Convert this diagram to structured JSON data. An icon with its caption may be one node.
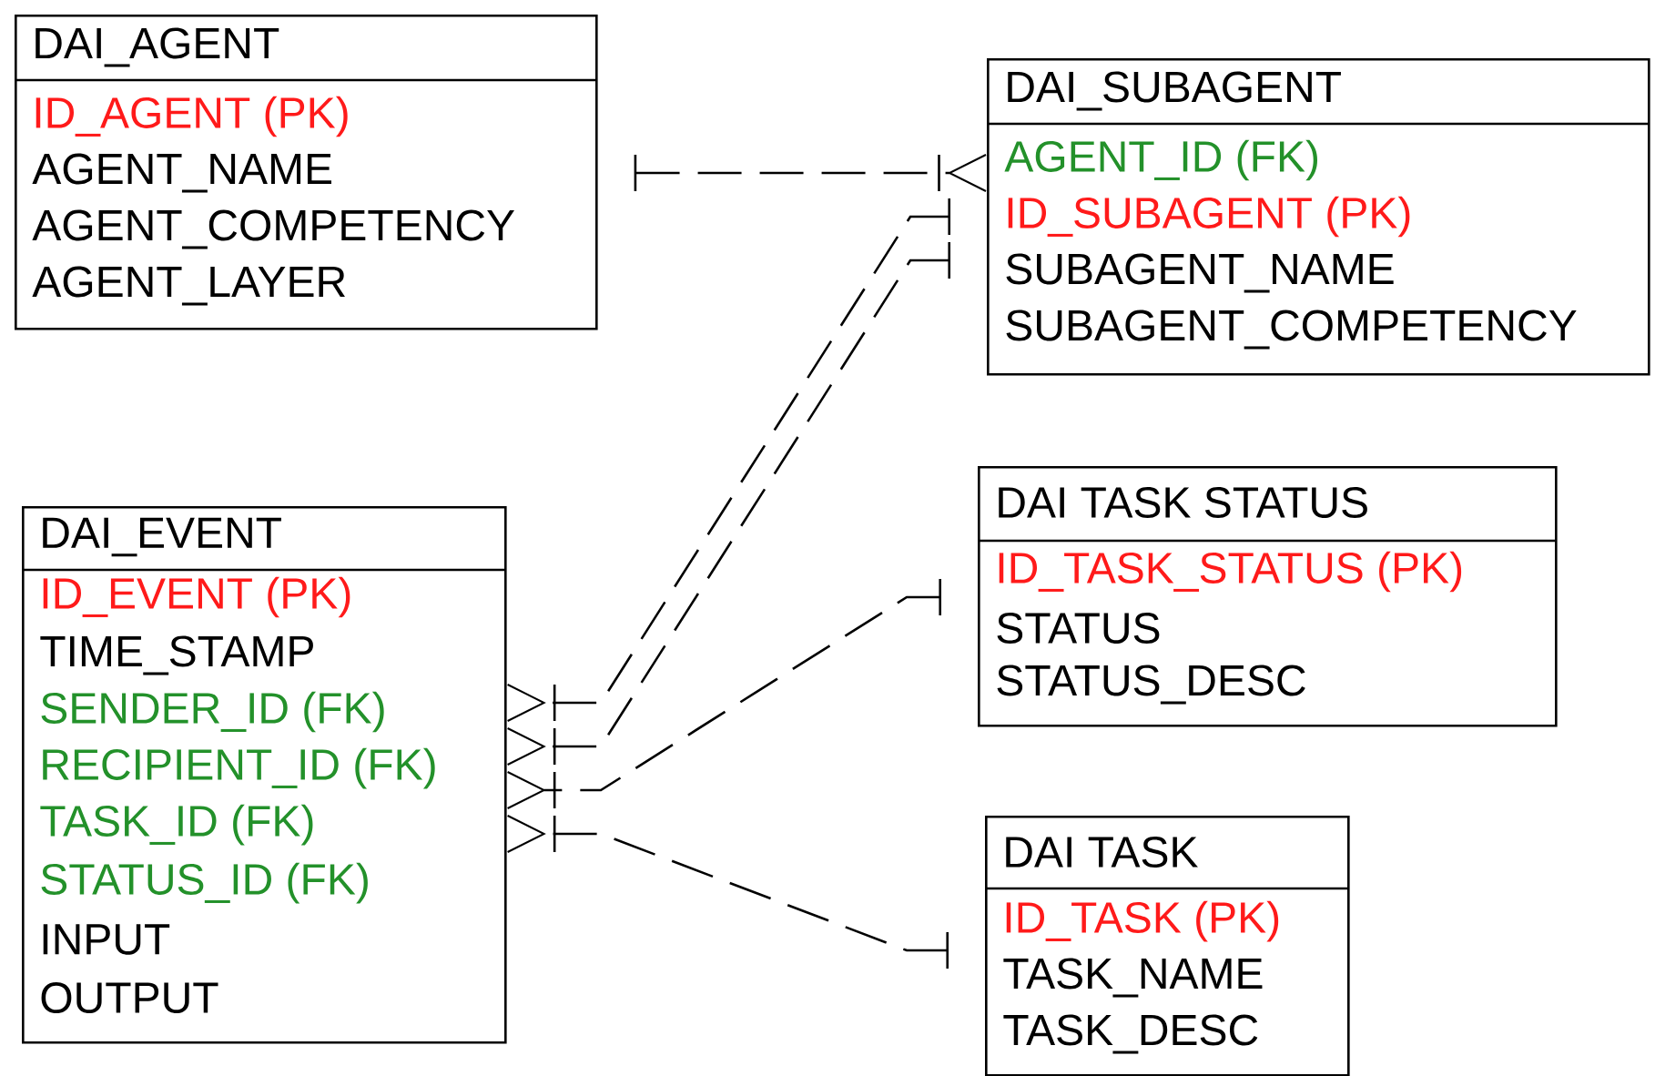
{
  "diagram": {
    "nodes": [
      {
        "text": [
          "DAI_AGENT",
          "ID_AGENT (PK)",
          "AGENT_NAME",
          "AGENT_COMPETENCY",
          "AGENT_LAYER"
        ]
      },
      {
        "text": [
          "DAI_SUBAGENT",
          "AGENT_ID (FK)",
          "ID_SUBAGENT (PK)",
          "SUBAGENT_NAME",
          "SUBAGENT_COMPETENCY"
        ]
      },
      {
        "text": [
          "DAI_EVENT",
          "ID_EVENT (PK)",
          "TIME_STAMP",
          "SENDER_ID (FK)",
          "RECIPIENT_ID (FK)",
          "TASK_ID (FK)",
          "STATUS_ID (FK)",
          "INPUT",
          "OUTPUT"
        ]
      },
      {
        "text": [
          "DAI TASK STATUS",
          "ID_TASK_STATUS (PK)",
          "STATUS",
          "STATUS_DESC"
        ]
      },
      {
        "text": [
          "DAI TASK",
          "ID_TASK (PK)",
          "TASK_NAME",
          "TASK_DESC"
        ]
      }
    ],
    "edges": [
      {
        "from": 0,
        "to": 1,
        "arrow": "other",
        "style": "dashed"
      },
      {
        "from": 1,
        "to": 2,
        "arrow": "other",
        "style": "dashed"
      },
      {
        "from": 1,
        "to": 2,
        "arrow": "other",
        "style": "dashed"
      },
      {
        "from": 3,
        "to": 2,
        "arrow": "other",
        "style": "dashed"
      },
      {
        "from": 4,
        "to": 2,
        "arrow": "other",
        "style": "dashed"
      }
    ]
  }
}
